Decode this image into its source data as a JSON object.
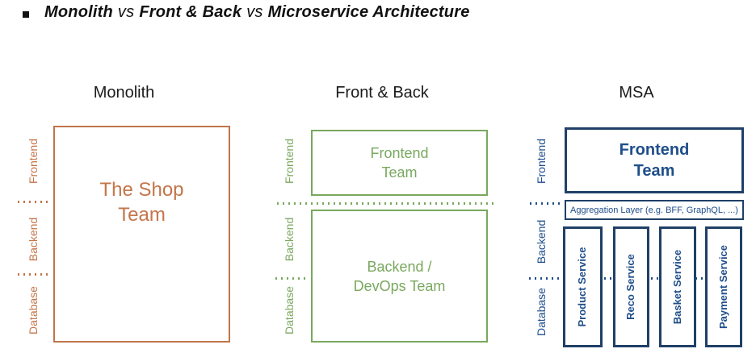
{
  "title": {
    "part1": "Monolith",
    "vs1": "vs",
    "part2": "Front & Back",
    "vs2": "vs",
    "part3": "Microservice Architecture"
  },
  "colors": {
    "monolith_accent": "#C0744A",
    "frontback_accent": "#79A85E",
    "msa_border": "#1F4068",
    "msa_text": "#1F4E8A",
    "heading_text": "#1b1b1b"
  },
  "monolith": {
    "header": "Monolith",
    "team_line1": "The Shop",
    "team_line2": "Team",
    "layers": [
      "Frontend",
      "Backend",
      "Database"
    ]
  },
  "frontback": {
    "header": "Front & Back",
    "frontend_line1": "Frontend",
    "frontend_line2": "Team",
    "backend_line1": "Backend /",
    "backend_line2": "DevOps Team",
    "layers": [
      "Frontend",
      "Backend",
      "Database"
    ]
  },
  "msa": {
    "header": "MSA",
    "frontend_line1": "Frontend",
    "frontend_line2": "Team",
    "aggregation_label": "Aggregation Layer (e.g. BFF, GraphQL, ...)",
    "services": [
      "Product Service",
      "Reco Service",
      "Basket Service",
      "Payment Service"
    ],
    "layers": [
      "Frontend",
      "Backend",
      "Database"
    ]
  }
}
